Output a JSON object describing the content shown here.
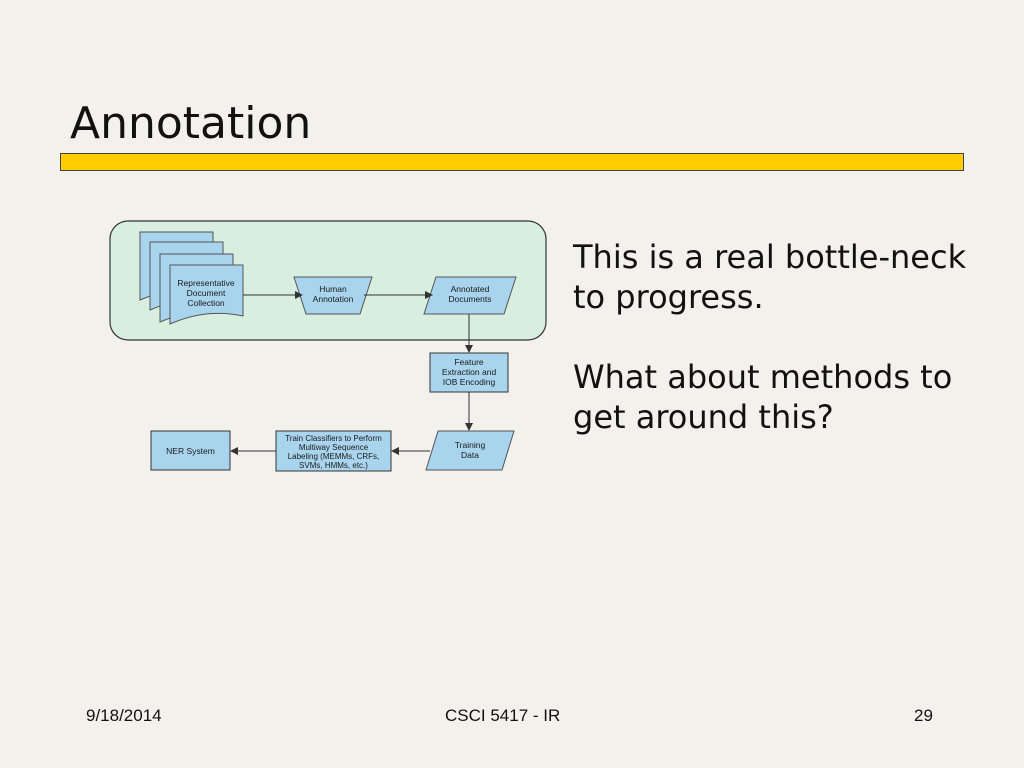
{
  "slide": {
    "title": "Annotation",
    "body": {
      "para1": "This is a real bottle-neck to progress.",
      "para2": "What about methods to get around this?"
    }
  },
  "diagram": {
    "representative": [
      "Representative",
      "Document",
      "Collection"
    ],
    "human": [
      "Human",
      "Annotation"
    ],
    "annotated": [
      "Annotated",
      "Documents"
    ],
    "feature": [
      "Feature",
      "Extraction and",
      "IOB Encoding"
    ],
    "training": [
      "Training",
      "Data"
    ],
    "train_classifiers": [
      "Train Classifiers to Perform",
      "Multiway Sequence",
      "Labeling (MEMMs, CRFs,",
      "SVMs, HMMs, etc.)"
    ],
    "ner": "NER System"
  },
  "footer": {
    "date": "9/18/2014",
    "course": "CSCI 5417 - IR",
    "page": "29"
  },
  "colors": {
    "accent_bar": "#ffcc00",
    "box_fill": "#a9d4ee",
    "group_fill": "#d8eedf",
    "background": "#f3f1ec"
  }
}
